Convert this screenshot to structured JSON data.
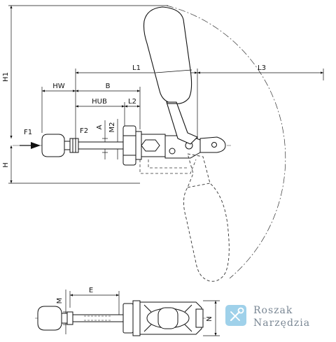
{
  "dimensions": {
    "H1": "H1",
    "H": "H",
    "HW": "HW",
    "B": "B",
    "HUB": "HUB",
    "L2": "L2",
    "L1": "L1",
    "L3": "L3",
    "F1": "F1",
    "F2": "F2",
    "A": "A",
    "M2": "M2",
    "M": "M",
    "E": "E",
    "N": "N"
  },
  "brand": {
    "line1": "Roszak",
    "line2": "Narzędzia",
    "accent_color": "#9fd1ea",
    "text_color": "#7a8794"
  },
  "icons": {
    "logo": "wrench-screwdriver-icon"
  }
}
